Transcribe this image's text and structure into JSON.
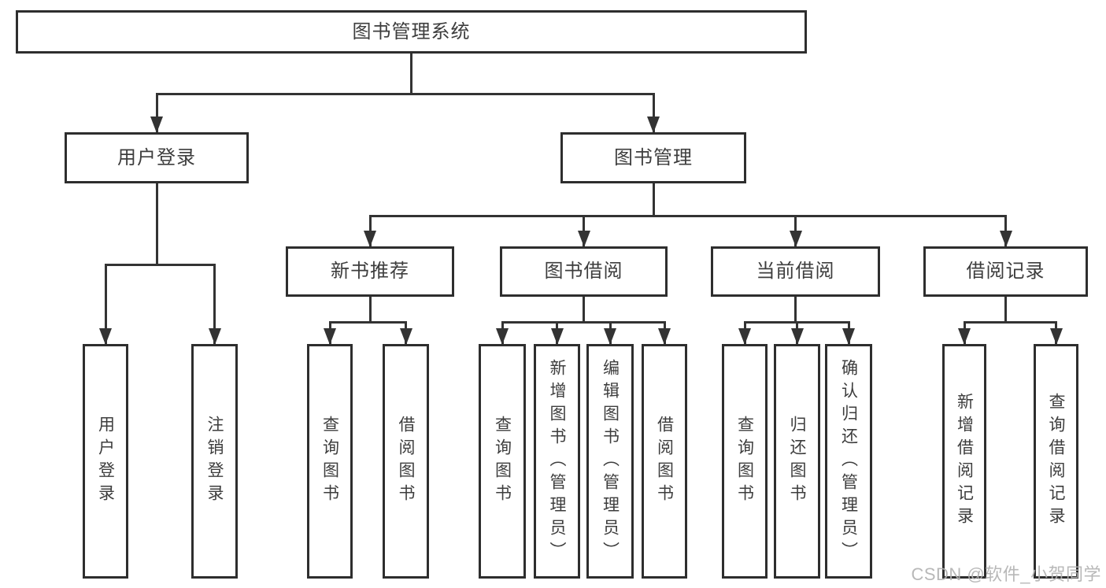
{
  "diagram": {
    "root": {
      "id": "system",
      "label": "图书管理系统",
      "children": [
        {
          "id": "user-login",
          "label": "用户登录",
          "children": [
            {
              "id": "login",
              "label": "用户登录",
              "vertical": true
            },
            {
              "id": "logout",
              "label": "注销登录",
              "vertical": true
            }
          ]
        },
        {
          "id": "book-mgmt",
          "label": "图书管理",
          "children": [
            {
              "id": "new-book-rec",
              "label": "新书推荐",
              "children": [
                {
                  "id": "nbr-query",
                  "label": "查询图书",
                  "vertical": true
                },
                {
                  "id": "nbr-borrow",
                  "label": "借阅图书",
                  "vertical": true
                }
              ]
            },
            {
              "id": "book-borrow",
              "label": "图书借阅",
              "children": [
                {
                  "id": "bb-query",
                  "label": "查询图书",
                  "vertical": true
                },
                {
                  "id": "bb-add",
                  "label": "新增图书（管理员）",
                  "vertical": true
                },
                {
                  "id": "bb-edit",
                  "label": "编辑图书（管理员）",
                  "vertical": true
                },
                {
                  "id": "bb-borrow",
                  "label": "借阅图书",
                  "vertical": true
                }
              ]
            },
            {
              "id": "current-borrow",
              "label": "当前借阅",
              "children": [
                {
                  "id": "cb-query",
                  "label": "查询图书",
                  "vertical": true
                },
                {
                  "id": "cb-return",
                  "label": "归还图书",
                  "vertical": true
                },
                {
                  "id": "cb-confirm",
                  "label": "确认归还（管理员）",
                  "vertical": true
                }
              ]
            },
            {
              "id": "borrow-records",
              "label": "借阅记录",
              "children": [
                {
                  "id": "br-add",
                  "label": "新增借阅记录",
                  "vertical": true
                },
                {
                  "id": "br-query",
                  "label": "查询借阅记录",
                  "vertical": true
                }
              ]
            }
          ]
        }
      ]
    },
    "watermark": "CSDN @软件_小贺同学",
    "colors": {
      "line": "#333333",
      "border": "#2e2e2e",
      "text": "#3d3d3d",
      "watermark": "#b2b2b2",
      "background": "#ffffff"
    }
  }
}
